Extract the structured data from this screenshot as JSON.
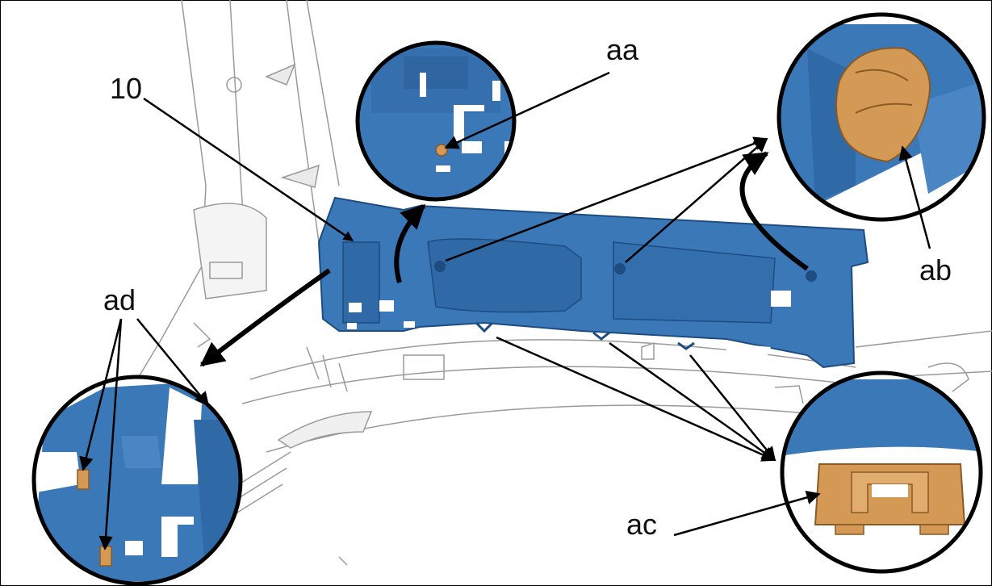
{
  "labels": {
    "part_10": "10",
    "aa": "aa",
    "ab": "ab",
    "ac": "ac",
    "ad": "ad"
  },
  "colors": {
    "trim_blue": "#3b78b8",
    "trim_blue_dark": "#235a94",
    "clip_tan": "#d49a55",
    "background_lines": "#9a9a9a",
    "arrow": "#000000"
  }
}
